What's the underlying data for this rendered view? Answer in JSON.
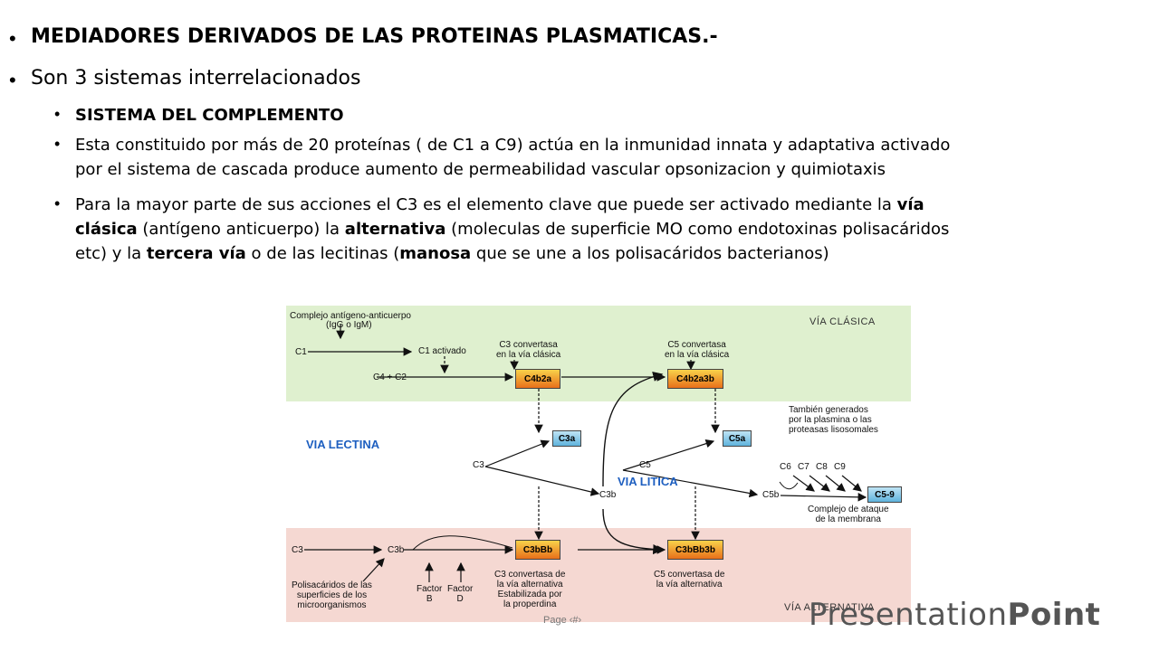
{
  "bullets": {
    "title": "MEDIADORES DERIVADOS DE LAS PROTEINAS PLASMATICAS.-",
    "intro": "Son 3 sistemas interrelacionados",
    "sistema": "SISTEMA DEL COMPLEMENTO",
    "desc_line1": "Esta constituido por más de 20 proteínas ( de  C1 a C9) actúa en la inmunidad innata y adaptativa activado",
    "desc_line2": "por el sistema de cascada produce aumento de permeabilidad vascular opsonizacion y quimiotaxis",
    "c3_a": "Para la mayor parte de sus acciones el C3 es el elemento clave que puede ser activado mediante la ",
    "c3_b": "vía",
    "c3_c": "clásica",
    "c3_d": " (antígeno anticuerpo) la ",
    "c3_e": "alternativa",
    "c3_f": " (moleculas de superficie MO como endotoxinas polisacáridos",
    "c3_g": "etc)  y la ",
    "c3_h": "tercera vía",
    "c3_i": " o de las lecitinas (",
    "c3_j": "manosa",
    "c3_k": " que se une a los   polisacáridos bacterianos)"
  },
  "diagram": {
    "complejo": "Complejo antígeno-anticuerpo",
    "igg": "(IgG o IgM)",
    "via_clasica": "VÍA CLÁSICA",
    "c1": "C1",
    "c1_activado": "C1 activado",
    "c4c2": "C4 + C2",
    "c3_conv_clasica": "C3 convertasa\nen la vía clásica",
    "c5_conv_clasica": "C5 convertasa\nen la vía clásica",
    "c4b2a": "C4b2a",
    "c4b2a3b": "C4b2a3b",
    "tambien": "También generados\npor la plasmina o las\nproteasas lisosomales",
    "via_lectina": "VIA LECTINA",
    "c3a": "C3a",
    "c5a": "C5a",
    "c3": "C3",
    "c5": "C5",
    "via_litica": "VIA LITICA",
    "c6": "C6",
    "c7": "C7",
    "c8": "C8",
    "c9": "C9",
    "c3b_mid": "C3b",
    "c5b": "C5b",
    "c59": "C5-9",
    "complejo_ataque": "Complejo de ataque\nde la membrana",
    "c3_alt": "C3",
    "c3b_alt": "C3b",
    "c3bbb": "C3bBb",
    "c3bbb3b": "C3bBb3b",
    "polisacaridos": "Polisacáridos de las\nsuperficies de los\nmicroorganismos",
    "factor_b": "Factor\nB",
    "factor_d": "Factor\nD",
    "c3_conv_alt": "C3 convertasa de\nla vía alternativa\nEstabilizada por\nla properdina",
    "c5_conv_alt": "C5 convertasa de\nla vía alternativa",
    "via_alternativa": "VÍA ALTERNATIVA"
  },
  "footer": {
    "page": "Page ‹#›",
    "logo_light": "Presentation",
    "logo_bold": "Point"
  }
}
